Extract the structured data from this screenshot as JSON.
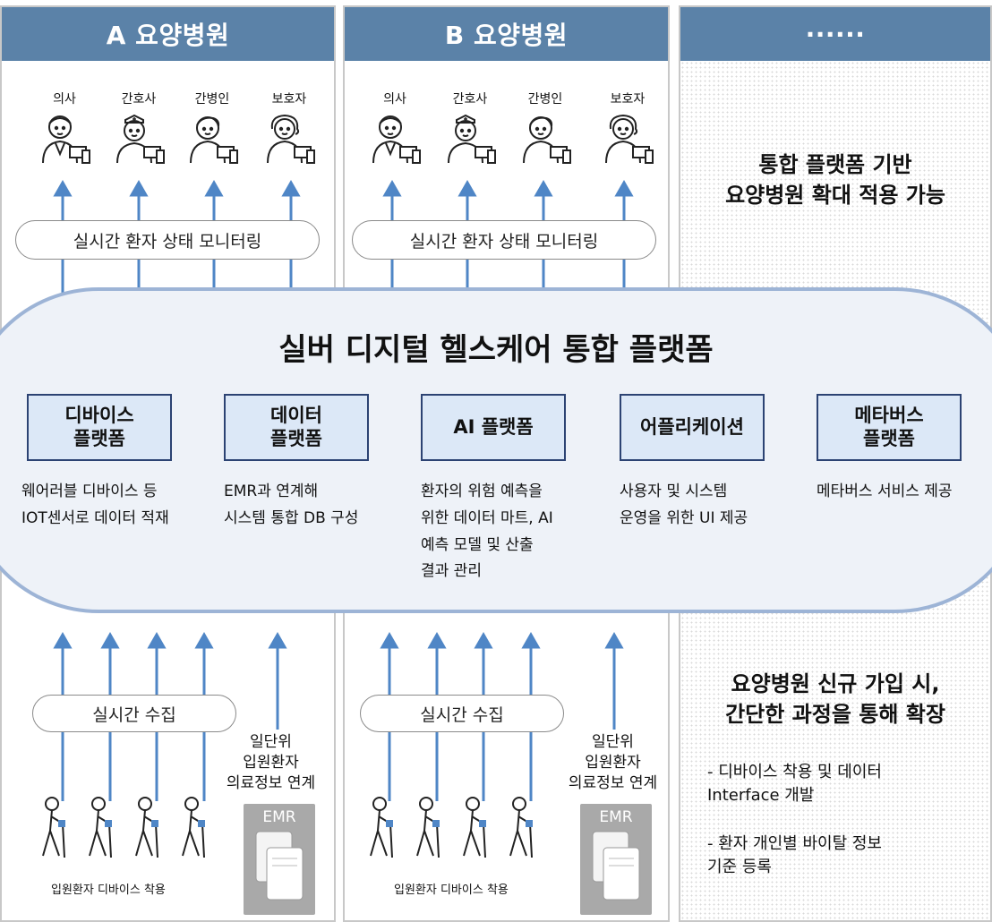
{
  "columns": {
    "a": {
      "title": "A 요양병원"
    },
    "b": {
      "title": "B 요양병원"
    },
    "c": {
      "title": "······"
    }
  },
  "roles": [
    "의사",
    "간호사",
    "간병인",
    "보호자"
  ],
  "monitoring_label": "실시간 환자 상태 모니터링",
  "platform": {
    "title": "실버 디지털 헬스케어 통합 플랫폼",
    "modules": [
      {
        "name": "디바이스\n플랫폼",
        "desc": "웨어러블 디바이스 등\nIOT센서로 데이터 적재"
      },
      {
        "name": "데이터\n플랫폼",
        "desc": "EMR과 연계해\n시스템 통합 DB 구성"
      },
      {
        "name": "AI 플랫폼",
        "desc": "환자의 위험 예측을\n위한 데이터 마트, AI\n예측 모델 및 산출\n결과 관리"
      },
      {
        "name": "어플리케이션",
        "desc": "사용자 및 시스템\n운영을 위한 UI 제공"
      },
      {
        "name": "메타버스\n플랫폼",
        "desc": "메타버스 서비스 제공"
      }
    ]
  },
  "collection_label": "실시간 수집",
  "daily_link_label": "일단위\n입원환자\n의료정보 연계",
  "emr_label": "EMR",
  "patients_caption": "입원환자 디바이스 착용",
  "side": {
    "headline1": "통합 플랫폼 기반\n요양병원 확대 적용 가능",
    "headline2": "요양병원 신규 가입 시,\n간단한 과정을 통해 확장",
    "bullets": [
      "- 디바이스 착용 및 데이터\n  Interface 개발",
      "- 환자 개인별 바이탈 정보\n  기준 등록"
    ]
  },
  "colors": {
    "header": "#5b82a8",
    "arrow": "#4f86c6",
    "platform_border": "#9db4d6",
    "box_fill": "#dce8f7",
    "box_border": "#2c4373"
  }
}
